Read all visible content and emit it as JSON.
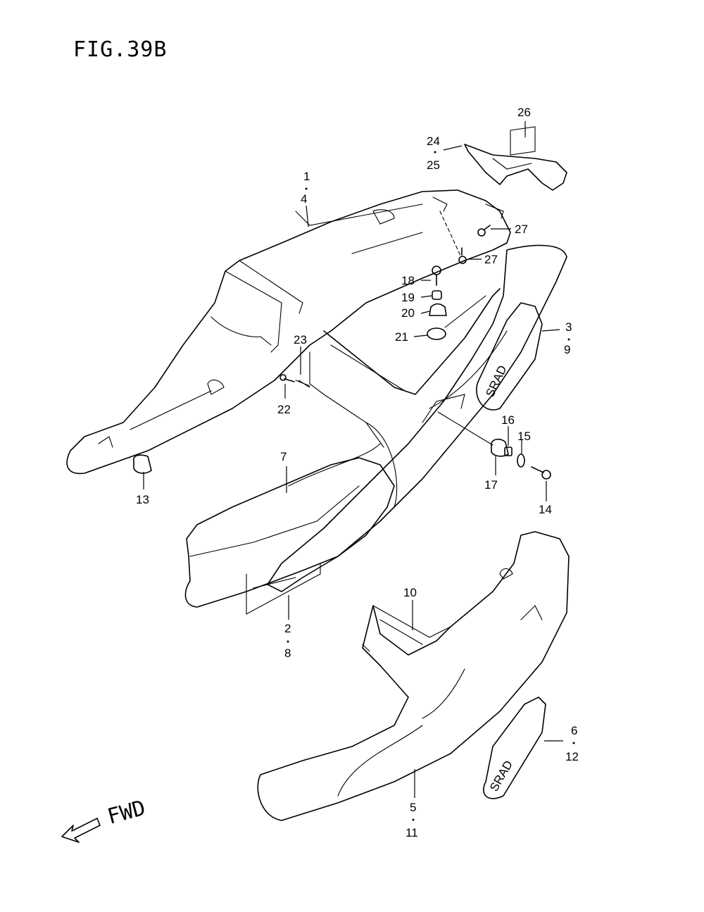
{
  "figure": {
    "title": "FIG.39B"
  },
  "direction": {
    "label": "FWD"
  },
  "callouts": [
    {
      "id": "c1",
      "lines": [
        "1",
        "4"
      ]
    },
    {
      "id": "c2",
      "lines": [
        "2",
        "8"
      ]
    },
    {
      "id": "c3",
      "lines": [
        "3",
        "9"
      ]
    },
    {
      "id": "c5",
      "lines": [
        "5",
        "11"
      ]
    },
    {
      "id": "c6",
      "lines": [
        "6",
        "12"
      ]
    },
    {
      "id": "c7",
      "lines": [
        "7"
      ]
    },
    {
      "id": "c10",
      "lines": [
        "10"
      ]
    },
    {
      "id": "c13",
      "lines": [
        "13"
      ]
    },
    {
      "id": "c14",
      "lines": [
        "14"
      ]
    },
    {
      "id": "c15",
      "lines": [
        "15"
      ]
    },
    {
      "id": "c16",
      "lines": [
        "16"
      ]
    },
    {
      "id": "c17",
      "lines": [
        "17"
      ]
    },
    {
      "id": "c18",
      "lines": [
        "18"
      ]
    },
    {
      "id": "c19",
      "lines": [
        "19"
      ]
    },
    {
      "id": "c20",
      "lines": [
        "20"
      ]
    },
    {
      "id": "c21",
      "lines": [
        "21"
      ]
    },
    {
      "id": "c22",
      "lines": [
        "22"
      ]
    },
    {
      "id": "c23",
      "lines": [
        "23"
      ]
    },
    {
      "id": "c24",
      "lines": [
        "24",
        "25"
      ]
    },
    {
      "id": "c26",
      "lines": [
        "26"
      ]
    },
    {
      "id": "c27a",
      "lines": [
        "27"
      ]
    },
    {
      "id": "c27b",
      "lines": [
        "27"
      ]
    }
  ],
  "decals": [
    {
      "name": "decal-srad-upper",
      "text": "SRAD"
    },
    {
      "name": "decal-srad-lower",
      "text": "SRAD"
    }
  ]
}
